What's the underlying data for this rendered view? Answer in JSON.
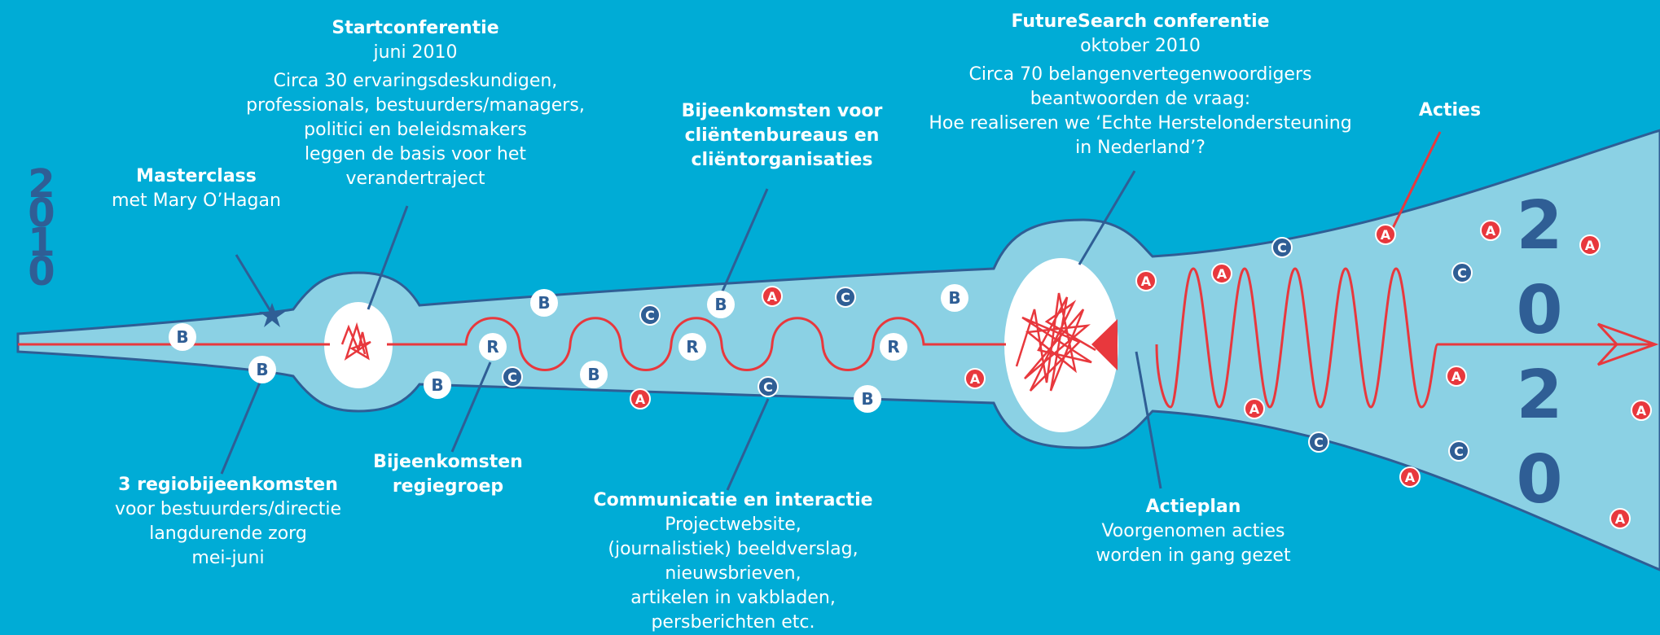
{
  "years": {
    "start": "2010",
    "end": "2020"
  },
  "colors": {
    "background": "#00ACD6",
    "funnel": "#8BD1E4",
    "line": "#E8383D",
    "outline": "#2F5E95"
  },
  "legend_letters": {
    "B": "B",
    "C": "C",
    "R": "R",
    "A": "A"
  },
  "labels": {
    "masterclass": {
      "title": "Masterclass",
      "lines": [
        "met Mary O’Hagan"
      ]
    },
    "startconferentie": {
      "title": "Startconferentie",
      "lines": [
        "juni 2010",
        "Circa 30 ervaringsdeskundigen,",
        "professionals, bestuurders/managers,",
        "politici en beleidsmakers",
        "leggen de basis voor het",
        "verandertraject"
      ]
    },
    "clientenbureaus": {
      "title_lines": [
        "Bijeenkomsten voor",
        "cliëntenbureaus en",
        "cliëntorganisaties"
      ]
    },
    "futuresearch": {
      "title": "FutureSearch conferentie",
      "lines": [
        "oktober 2010",
        "Circa 70 belangenvertegenwoordigers",
        "beantwoorden de vraag:",
        "Hoe realiseren we ‘Echte Herstelondersteuning",
        "in Nederland’?"
      ]
    },
    "acties": {
      "title": "Acties"
    },
    "regio": {
      "title": "3 regiobijeenkomsten",
      "lines": [
        "voor bestuurders/directie",
        "langdurende zorg",
        "mei-juni"
      ]
    },
    "regiegroep": {
      "title_lines": [
        "Bijeenkomsten",
        "regiegroep"
      ]
    },
    "communicatie": {
      "title": "Communicatie en interactie",
      "lines": [
        "Projectwebsite,",
        "(journalistiek) beeldverslag,",
        "nieuwsbrieven,",
        "artikelen in vakbladen,",
        "persberichten etc."
      ]
    },
    "actieplan": {
      "title": "Actieplan",
      "lines": [
        "Voorgenomen acties",
        "worden in gang gezet"
      ]
    }
  }
}
